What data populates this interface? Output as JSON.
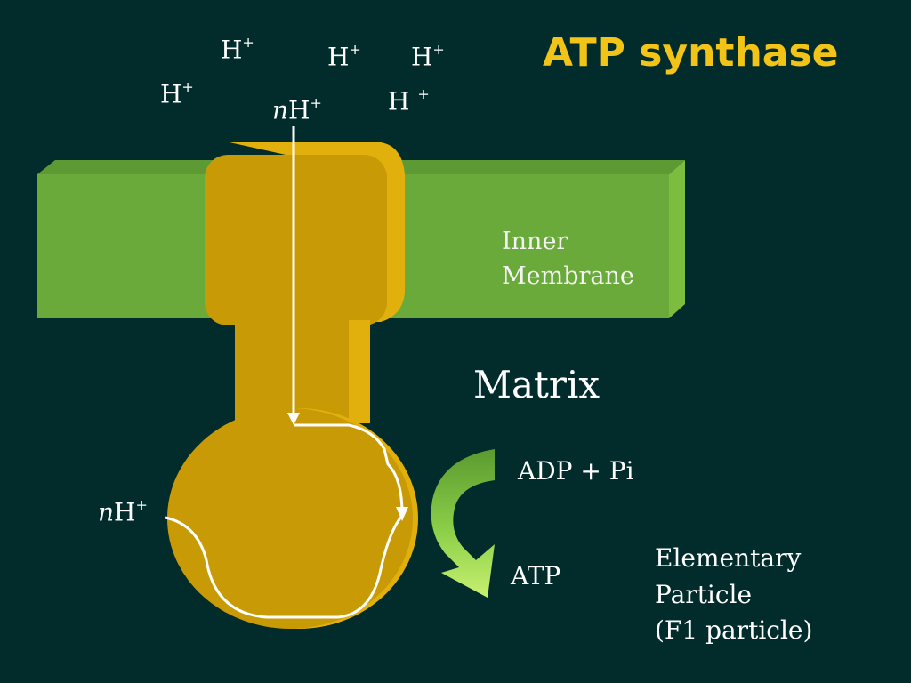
{
  "title": "ATP synthase",
  "ions": {
    "h1": "H",
    "h1_sup": "+",
    "h2": "H",
    "h2_sup": "+",
    "h3": "H",
    "h3_sup": "+",
    "h4": "H",
    "h4_sup": "+",
    "h5": "H",
    "h5_sup": "+",
    "nh_top_n": "n",
    "nh_top": "H",
    "nh_top_sup": "+",
    "nh_left_n": "n",
    "nh_left": "H",
    "nh_left_sup": "+"
  },
  "labels": {
    "membrane_line1": "Inner",
    "membrane_line2": "Membrane",
    "matrix": "Matrix",
    "adp": "ADP + Pi",
    "atp": "ATP",
    "particle_line1": "Elementary",
    "particle_line2": "Particle",
    "particle_line3": "(F1 particle)"
  },
  "colors": {
    "background": "#022c2c",
    "membrane": "#6aaa3a",
    "membrane_top": "#5d9a33",
    "membrane_side": "#7cbc3f",
    "synthase": "#c79a06",
    "synthase_side": "#e2b00c",
    "arrow": "#ffffff",
    "title": "#f2c418",
    "reaction_arrow": "#8ccf48"
  }
}
